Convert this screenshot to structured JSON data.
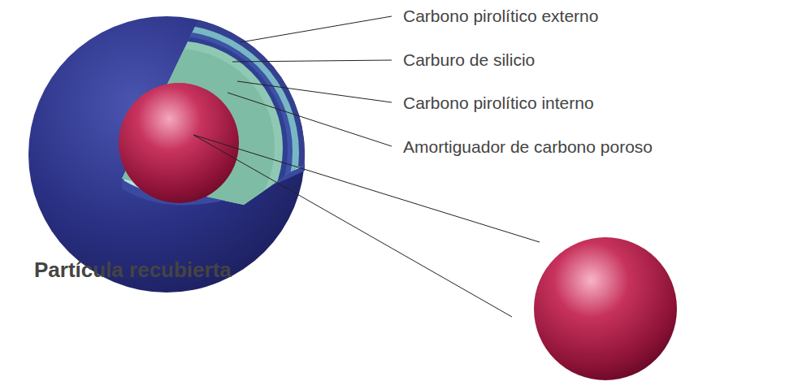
{
  "diagram": {
    "caption": "Partícula recubierta",
    "labels": [
      "Carbono pirolítico externo",
      "Carburo de silicio",
      "Carbono pirolítico interno",
      "Amortiguador de carbono poroso"
    ]
  }
}
